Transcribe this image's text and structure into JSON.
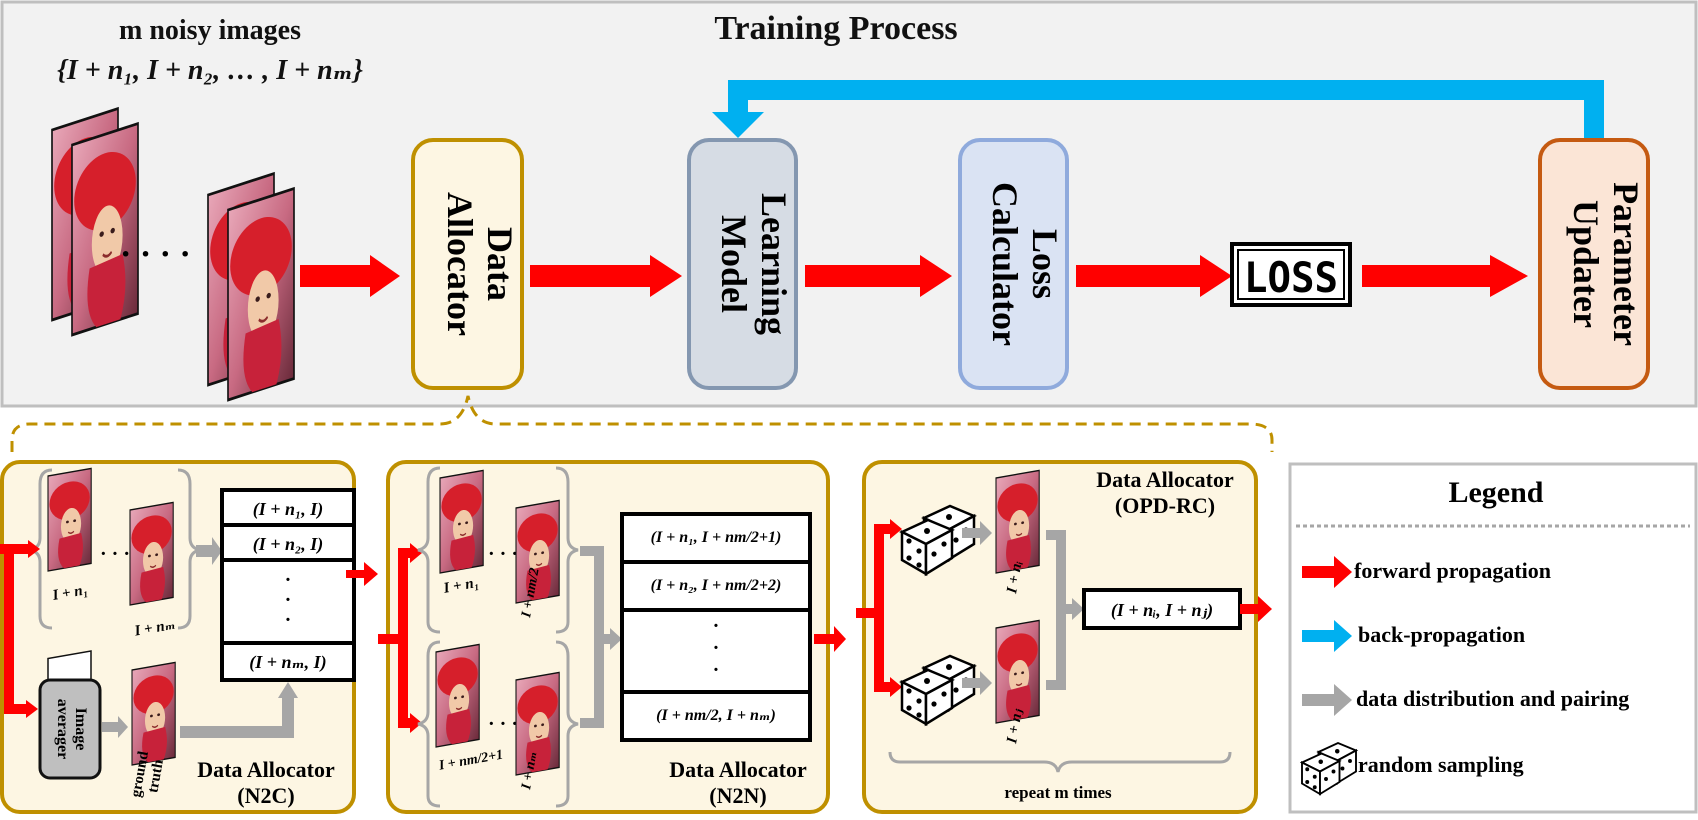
{
  "training": {
    "title": "Training Process",
    "noisy_label": "m noisy images",
    "noisy_set": "{I + n₁, I + n₂, … , I + nₘ}",
    "ellipsis": "· · · ·",
    "data_allocator": [
      "Data",
      "Allocator"
    ],
    "learning_model": [
      "Learning",
      "Model"
    ],
    "loss_calculator": [
      "Loss",
      "Calculator"
    ],
    "loss_box": "LOSS",
    "parameter_updater": [
      "Parameter",
      "Updater"
    ]
  },
  "n2c": {
    "caption": [
      "Data Allocator",
      "(N2C)"
    ],
    "img1_label": "I + n₁",
    "img2_label": "I + nₘ",
    "dots": "· · ·",
    "averager": [
      "Image",
      "averager"
    ],
    "gt_label": [
      "ground",
      "truth"
    ],
    "pairs": [
      "(I + n₁, I)",
      "(I + n₂, I)",
      "(I + nₘ, I)"
    ]
  },
  "n2n": {
    "caption": [
      "Data Allocator",
      "(N2N)"
    ],
    "img_labels": [
      "I + n₁",
      "I + nm/2",
      "I + nm/2+1",
      "I + nₘ"
    ],
    "dots": "· · ·",
    "pairs": [
      "(I + n₁, I + nm/2+1)",
      "(I + n₂, I + nm/2+2)",
      "(I + nm/2, I + nₘ)"
    ]
  },
  "opd": {
    "caption": [
      "Data Allocator",
      "(OPD-RC)"
    ],
    "img_labels": [
      "I + nᵢ",
      "I + nⱼ"
    ],
    "pair": "(I + nᵢ, I + nⱼ)",
    "repeat": "repeat m times"
  },
  "legend": {
    "title": "Legend",
    "items": [
      {
        "label": "forward propagation",
        "color": "#ff0000"
      },
      {
        "label": "back-propagation",
        "color": "#00b0f0"
      },
      {
        "label": "data distribution and pairing",
        "color": "#a6a6a6"
      },
      {
        "label": "random sampling",
        "color": "#000000"
      }
    ]
  },
  "colors": {
    "forward": "#ff0000",
    "backward": "#00b0f0",
    "gray_arrow": "#a6a6a6",
    "panel_fill": "#fdf6e3",
    "panel_border": "#bf9000",
    "top_bg": "#f2f2f2"
  }
}
